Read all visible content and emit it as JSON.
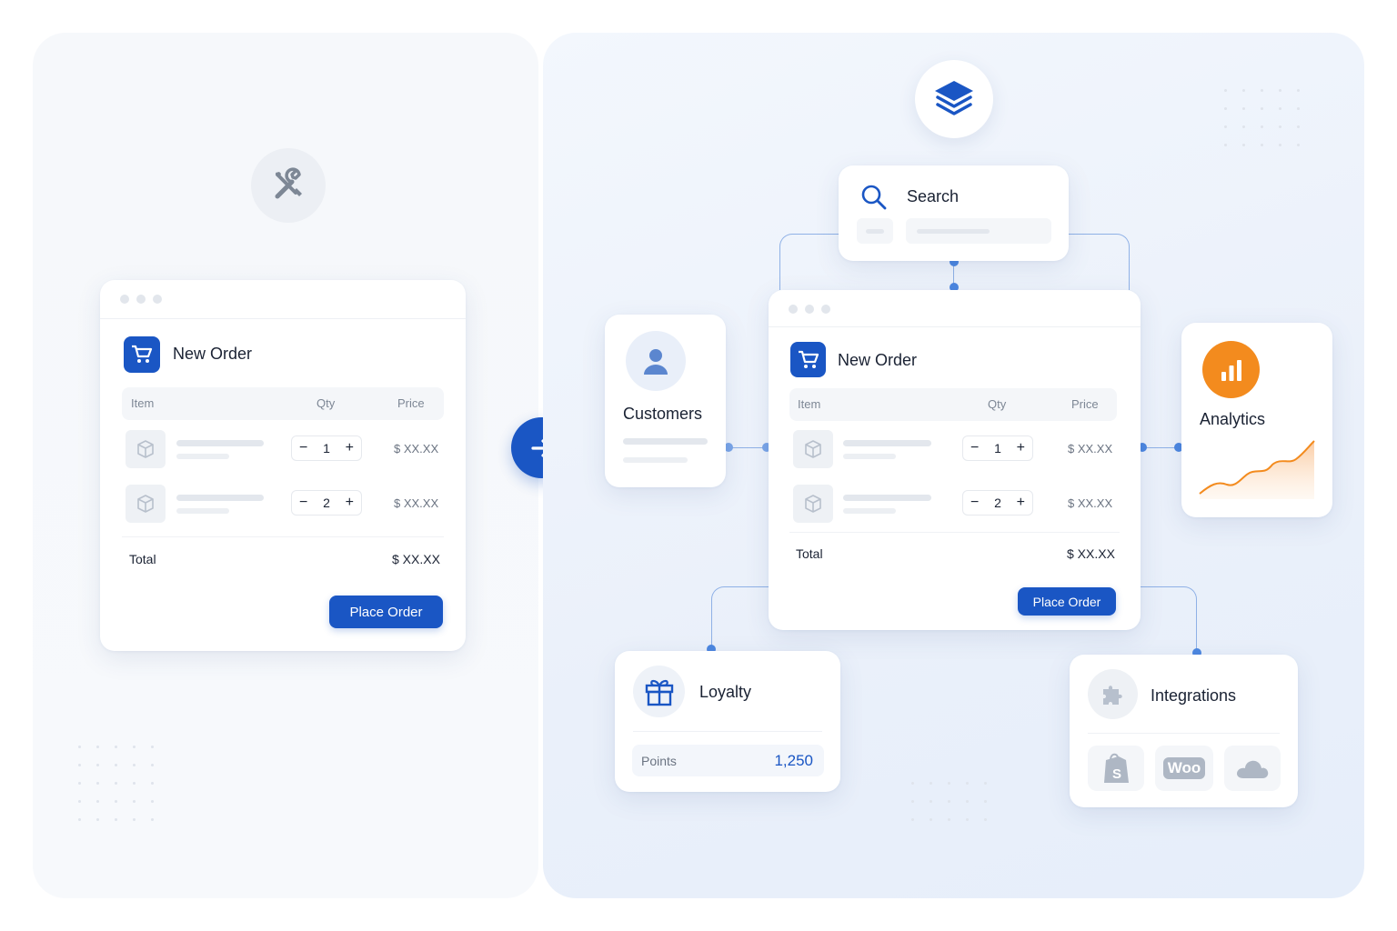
{
  "colors": {
    "primary": "#1a56c4",
    "accent": "#f38b1e",
    "muted": "#7d8795"
  },
  "left": {
    "tool_icon": "wrench-screwdriver-icon",
    "order": {
      "title": "New Order",
      "columns": {
        "item": "Item",
        "qty": "Qty",
        "price": "Price"
      },
      "rows": [
        {
          "qty": "1",
          "price": "$ XX.XX"
        },
        {
          "qty": "2",
          "price": "$ XX.XX"
        }
      ],
      "total_label": "Total",
      "total_value": "$ XX.XX",
      "place_order": "Place Order"
    }
  },
  "arrow_icon": "arrow-right-icon",
  "right": {
    "top_icon": "layers-icon",
    "search": {
      "label": "Search",
      "icon": "search-icon"
    },
    "customers": {
      "label": "Customers",
      "icon": "user-icon"
    },
    "order": {
      "title": "New Order",
      "columns": {
        "item": "Item",
        "qty": "Qty",
        "price": "Price"
      },
      "rows": [
        {
          "qty": "1",
          "price": "$ XX.XX"
        },
        {
          "qty": "2",
          "price": "$ XX.XX"
        }
      ],
      "total_label": "Total",
      "total_value": "$ XX.XX",
      "place_order": "Place Order"
    },
    "analytics": {
      "label": "Analytics",
      "icon": "bar-chart-icon"
    },
    "loyalty": {
      "label": "Loyalty",
      "icon": "gift-icon",
      "points_label": "Points",
      "points_value": "1,250"
    },
    "integrations": {
      "label": "Integrations",
      "icon": "puzzle-icon",
      "logos": [
        "shopify-icon",
        "woo-icon",
        "cloud-icon"
      ],
      "woo_text": "Woo"
    }
  }
}
